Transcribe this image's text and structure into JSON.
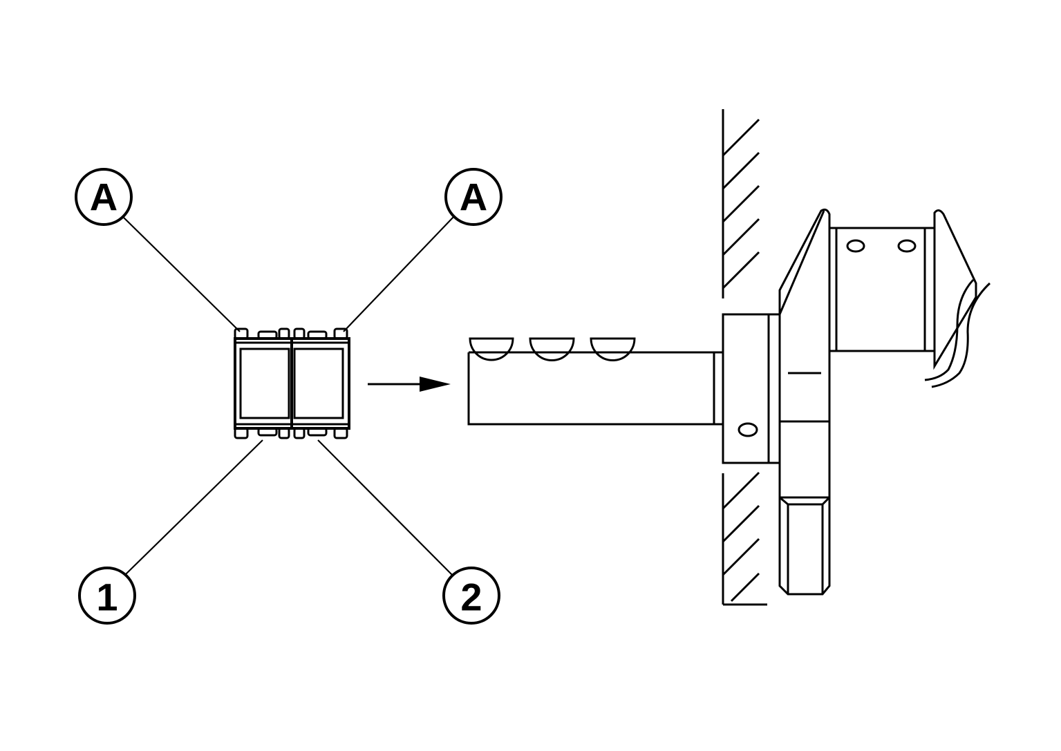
{
  "callouts": {
    "top_left": "A",
    "top_right": "A",
    "bottom_left": "1",
    "bottom_right": "2"
  },
  "colors": {
    "line": "#000000",
    "background": "#ffffff"
  }
}
